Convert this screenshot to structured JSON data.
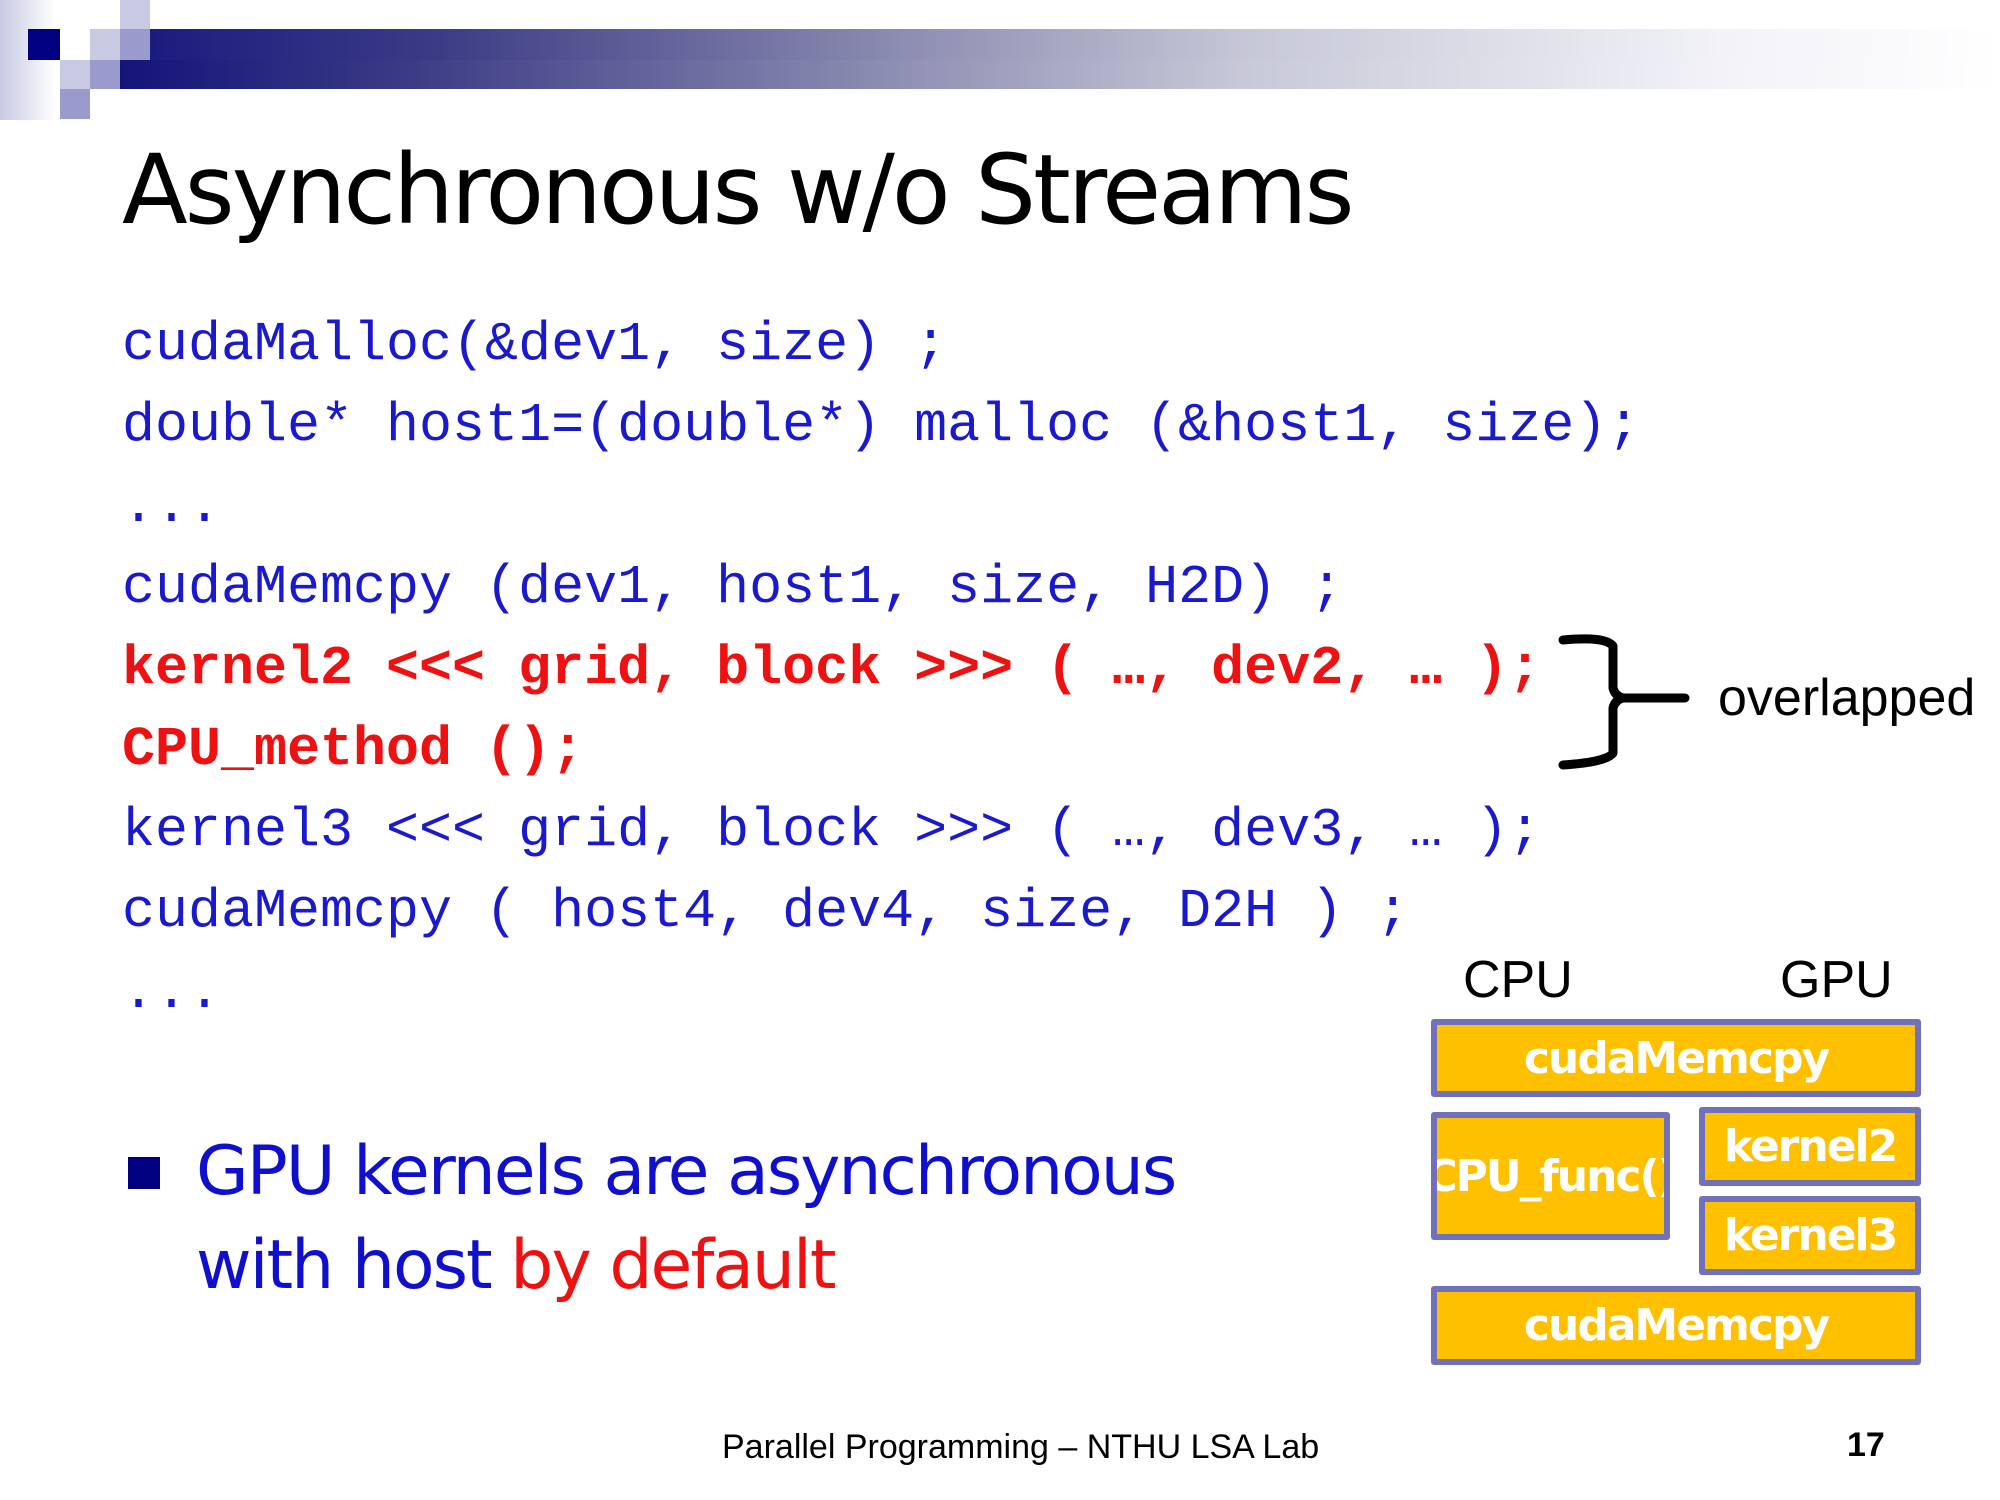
{
  "slide": {
    "title": "Asynchronous w/o Streams",
    "code_lines": [
      {
        "text": "cudaMalloc(&dev1, size) ;",
        "highlight": false
      },
      {
        "text": "double* host1=(double*) malloc (&host1, size);",
        "highlight": false
      },
      {
        "text": "...",
        "highlight": false
      },
      {
        "text": "cudaMemcpy (dev1, host1, size, H2D) ;",
        "highlight": false
      },
      {
        "text": "kernel2 <<< grid, block >>> ( …, dev2, … );",
        "highlight": true
      },
      {
        "text": "CPU_method ();",
        "highlight": true
      },
      {
        "text": "kernel3 <<< grid, block >>> ( …, dev3, … );",
        "highlight": false
      },
      {
        "text": "cudaMemcpy ( host4, dev4, size, D2H ) ;",
        "highlight": false
      },
      {
        "text": "...",
        "highlight": false
      }
    ],
    "brace_label": "overlapped",
    "bullet": {
      "line1": "GPU kernels are asynchronous",
      "line2_normal": "with host ",
      "line2_highlight": "by default"
    },
    "diagram": {
      "cpu_label": "CPU",
      "gpu_label": "GPU",
      "boxes": {
        "memcpy_top": "cudaMemcpy",
        "cpu_func": "CPU_func()",
        "kernel2": "kernel2",
        "kernel3": "kernel3",
        "memcpy_bottom": "cudaMemcpy"
      }
    },
    "footer": "Parallel Programming – NTHU LSA Lab",
    "page_number": "17",
    "colors": {
      "code_blue": "#1a1acc",
      "highlight_red": "#ee1111",
      "box_fill": "#ffc000",
      "box_border": "#7070bb",
      "header_navy": "#000080"
    }
  }
}
